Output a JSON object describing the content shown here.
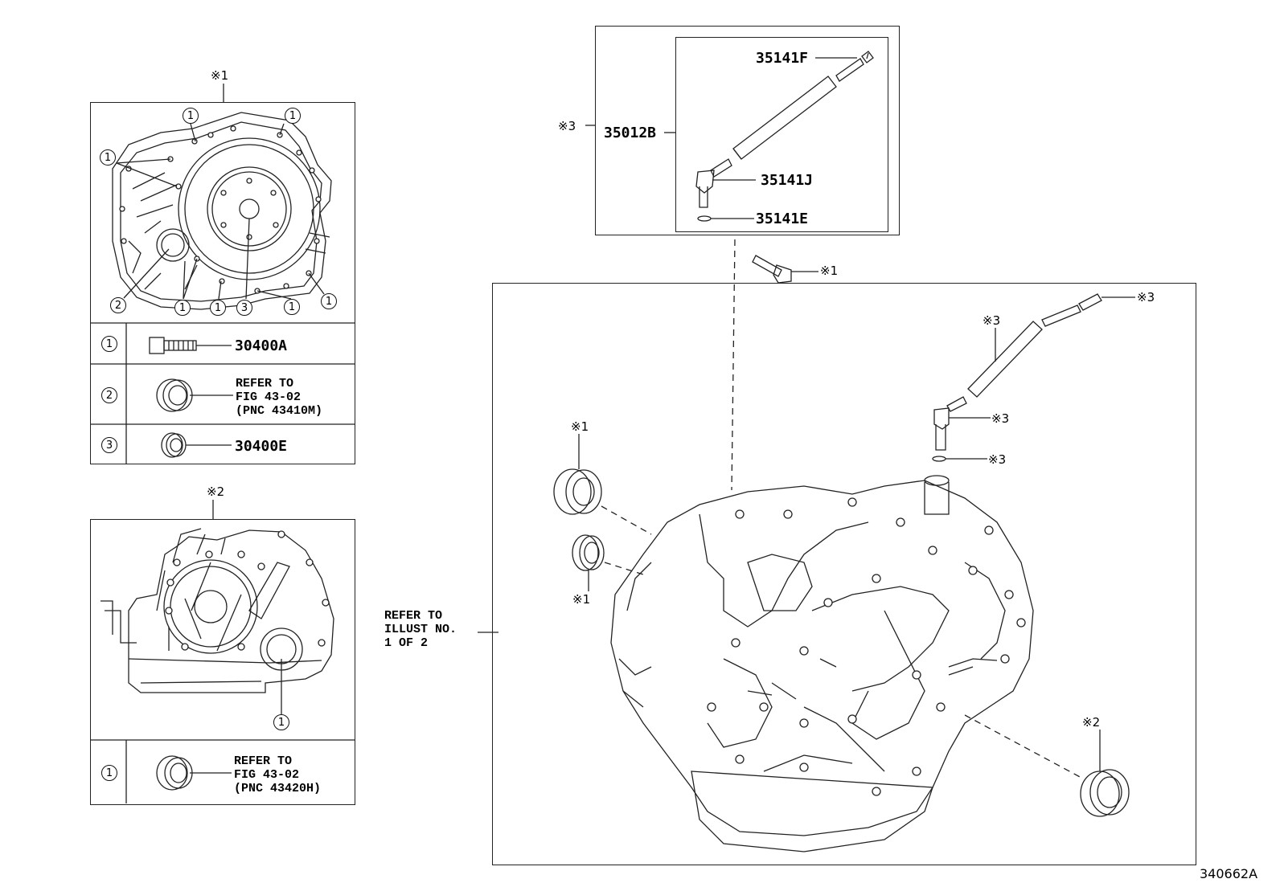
{
  "references": {
    "sub1": "※1",
    "sub2": "※2",
    "sub3": "※3"
  },
  "legend_box_1": {
    "callout_numbers": [
      "1",
      "2",
      "3"
    ],
    "rows": [
      {
        "key": "1",
        "part_number": "30400A"
      },
      {
        "key": "2",
        "lines": [
          "REFER TO",
          "FIG 43-02",
          "(PNC 43410M)"
        ]
      },
      {
        "key": "3",
        "part_number": "30400E"
      }
    ]
  },
  "legend_box_2": {
    "callout_numbers": [
      "1"
    ],
    "rows": [
      {
        "key": "1",
        "lines": [
          "REFER TO",
          "FIG 43-02",
          "(PNC 43420H)"
        ]
      }
    ]
  },
  "detail_box": {
    "assembly_part": "35012B",
    "parts": [
      "35141F",
      "35141J",
      "35141E"
    ]
  },
  "main_note": [
    "REFER TO",
    "ILLUST NO.",
    "1 OF 2"
  ],
  "figure_id": "340662A"
}
